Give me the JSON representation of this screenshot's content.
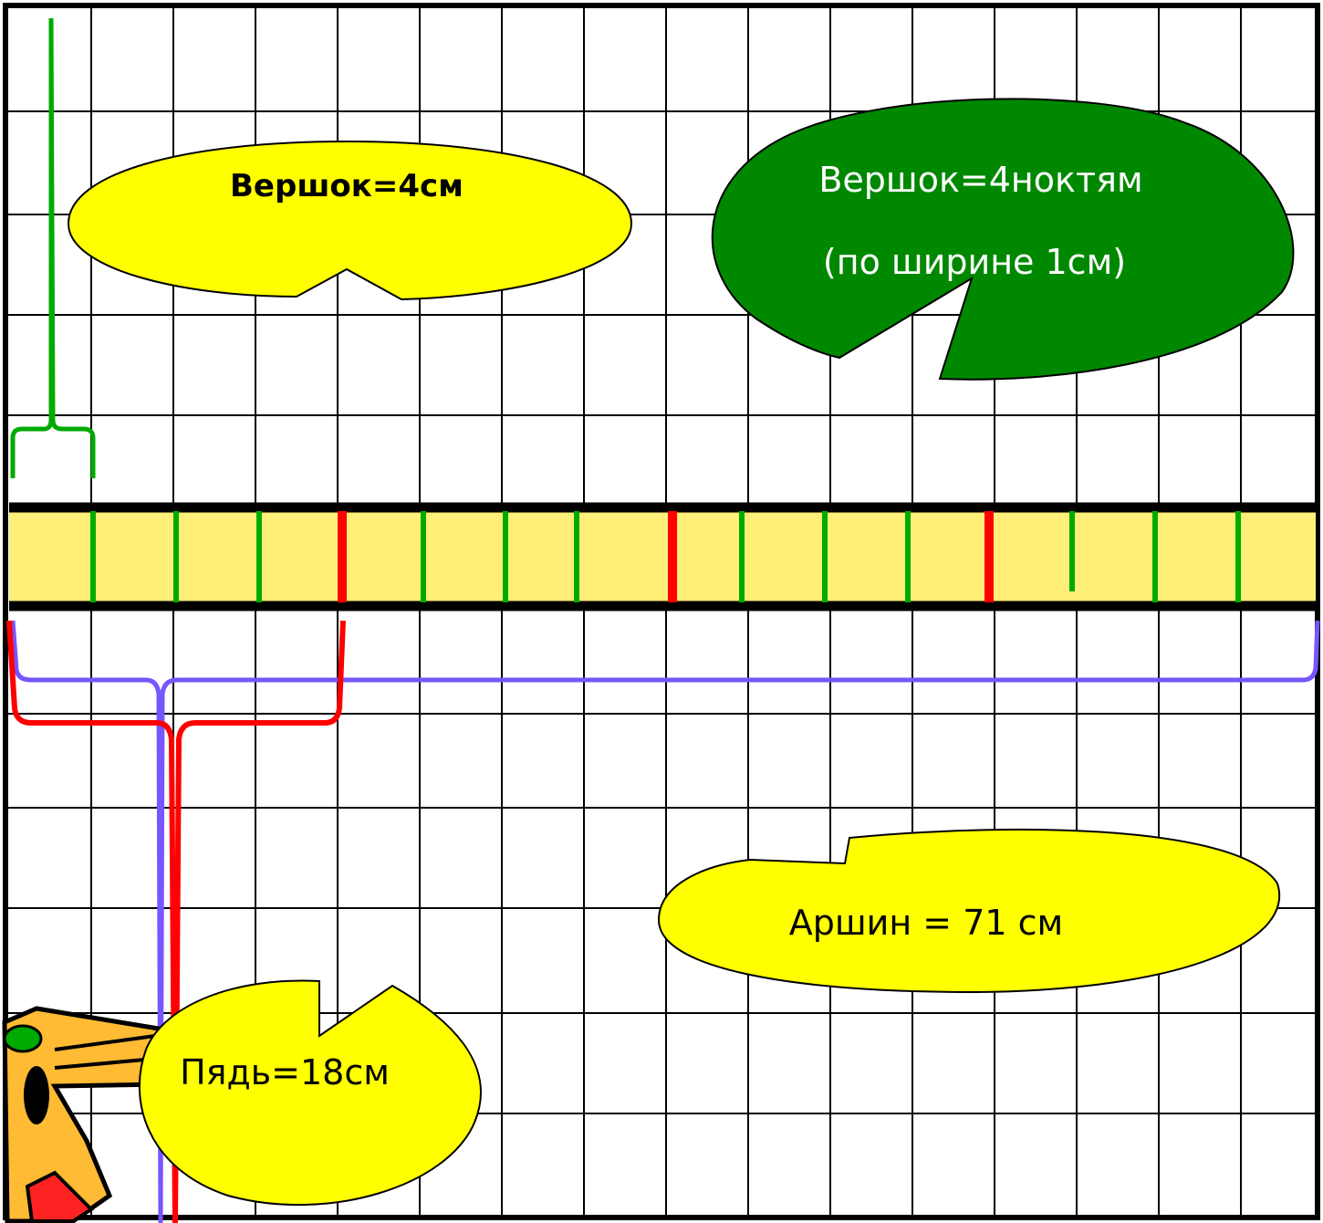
{
  "colors": {
    "grid": "#000000",
    "ruler_fill": "#FFEE77",
    "tick_vershok": "#00AA00",
    "tick_pyad": "#FF0000",
    "brace_vershok": "#00AA00",
    "brace_pyad": "#FF0000",
    "brace_arshin": "#7755FF",
    "bubble_yellow": "#FFFF00",
    "bubble_green": "#008800"
  },
  "ruler": {
    "tick_count": 15,
    "pyad_ticks": [
      4,
      8,
      12
    ]
  },
  "labels": {
    "vershok_cm": "Вершок=4см",
    "vershok_nails_line1": "Вершок=4ноктям",
    "vershok_nails_line2": "(по ширине 1см)",
    "arshin": "Аршин = 71 см",
    "pyad": "Пядь=18см"
  },
  "icons": {
    "clipart": "pencil-icon"
  }
}
